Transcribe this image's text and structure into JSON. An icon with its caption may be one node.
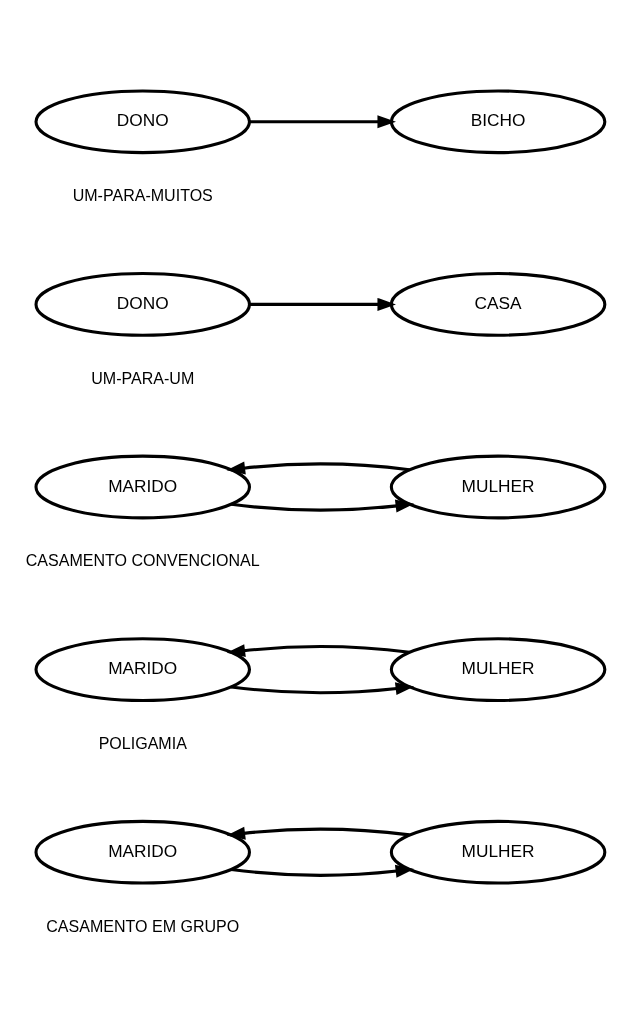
{
  "diagram": {
    "nodes": [
      {
        "text": [
          "DONO"
        ]
      },
      {
        "text": [
          "BICHO"
        ]
      },
      {
        "text": [
          "DONO"
        ]
      },
      {
        "text": [
          "CASA"
        ]
      },
      {
        "text": [
          "MARIDO"
        ]
      },
      {
        "text": [
          "MULHER"
        ]
      },
      {
        "text": [
          "MARIDO"
        ]
      },
      {
        "text": [
          "MULHER"
        ]
      },
      {
        "text": [
          "MARIDO"
        ]
      },
      {
        "text": [
          "MULHER"
        ]
      }
    ],
    "edges": [
      {
        "from": 0,
        "to": 1,
        "arrow": "to"
      },
      {
        "from": 2,
        "to": 3,
        "arrow": "to"
      },
      {
        "from": 4,
        "to": 5,
        "arrow": "to"
      },
      {
        "from": 5,
        "to": 4,
        "arrow": "to"
      },
      {
        "from": 6,
        "to": 7,
        "arrow": "to"
      },
      {
        "from": 7,
        "to": 6,
        "arrow": "to"
      },
      {
        "from": 8,
        "to": 9,
        "arrow": "to"
      },
      {
        "from": 9,
        "to": 8,
        "arrow": "to"
      }
    ],
    "labels": [
      "UM-PARA-MUITOS",
      "UM-PARA-UM",
      "CASAMENTO CONVENCIONAL",
      "POLIGAMIA",
      "CASAMENTO EM GRUPO"
    ]
  }
}
